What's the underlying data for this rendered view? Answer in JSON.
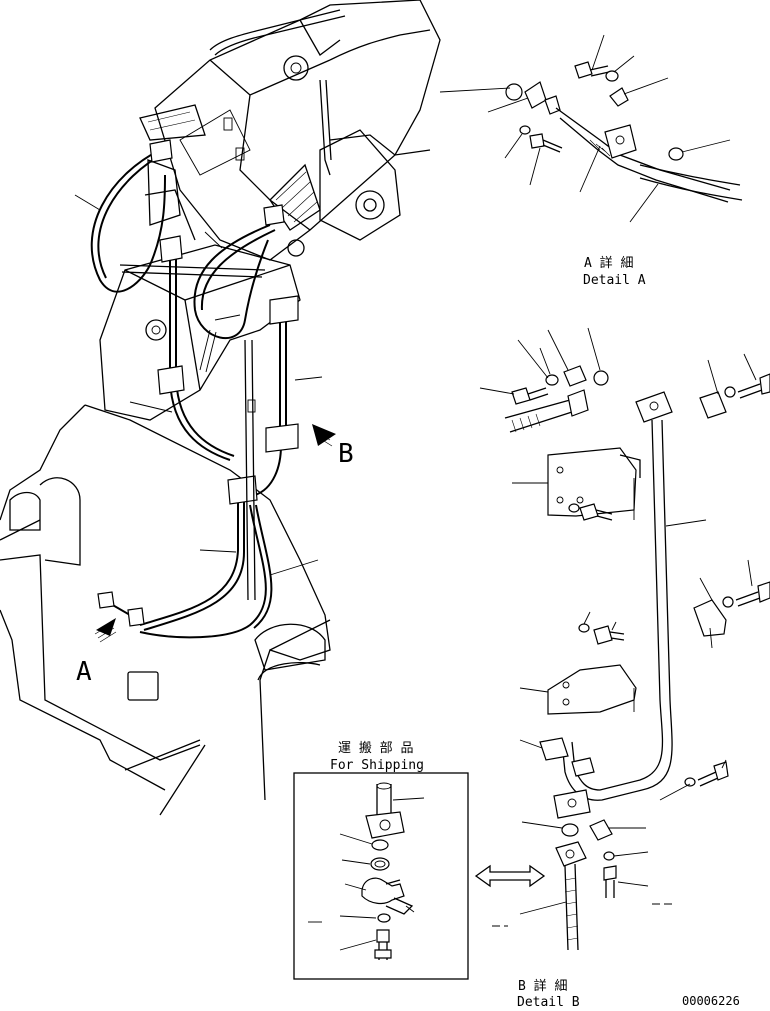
{
  "detail_a": {
    "jp": "A 詳 細",
    "en": "Detail A"
  },
  "detail_b": {
    "jp": "B 詳 細",
    "en": "Detail B"
  },
  "shipping": {
    "jp": "運 搬 部 品",
    "en": "For Shipping"
  },
  "callout_a": "A",
  "callout_b": "B",
  "drawing_number": "00006226"
}
